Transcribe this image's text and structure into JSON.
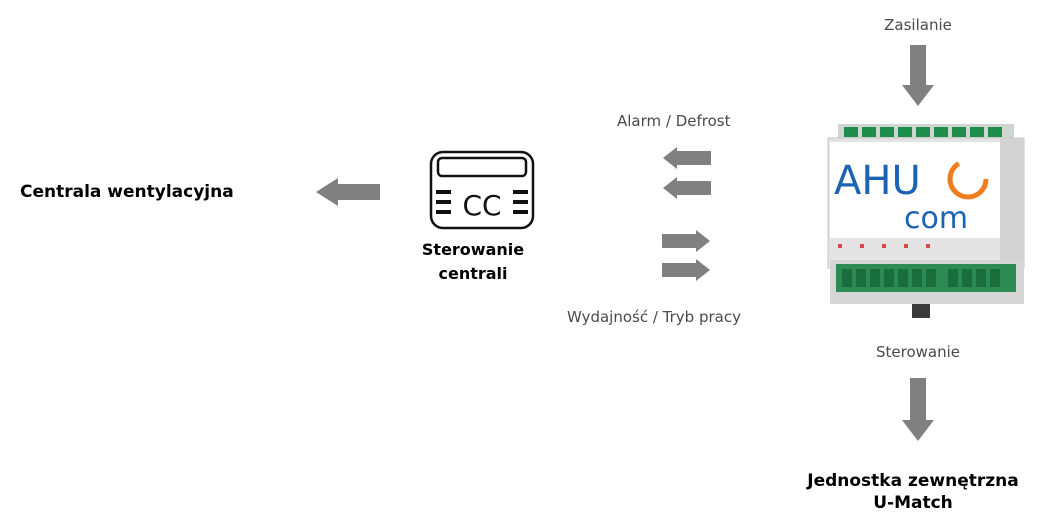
{
  "labels": {
    "ahu_unit": "Centrala wentylacyjna",
    "controller_line1": "Sterowanie",
    "controller_line2": "centrali",
    "signals_in": "Alarm / Defrost",
    "signals_out": "Wydajność / Tryb pracy",
    "power": "Zasilanie",
    "control": "Sterowanie",
    "outdoor_line1": "Jednostka zewnętrzna",
    "outdoor_line2": "U-Match"
  },
  "controller_icon": {
    "name": "controller-icon",
    "text": "CC"
  },
  "device": {
    "logo_top": "AHU",
    "logo_bottom": "com"
  },
  "colors": {
    "arrow": "#808080",
    "logo_blue": "#1c63b3",
    "logo_orange": "#f07c1e",
    "terminal_green": "#1e8c4a"
  }
}
